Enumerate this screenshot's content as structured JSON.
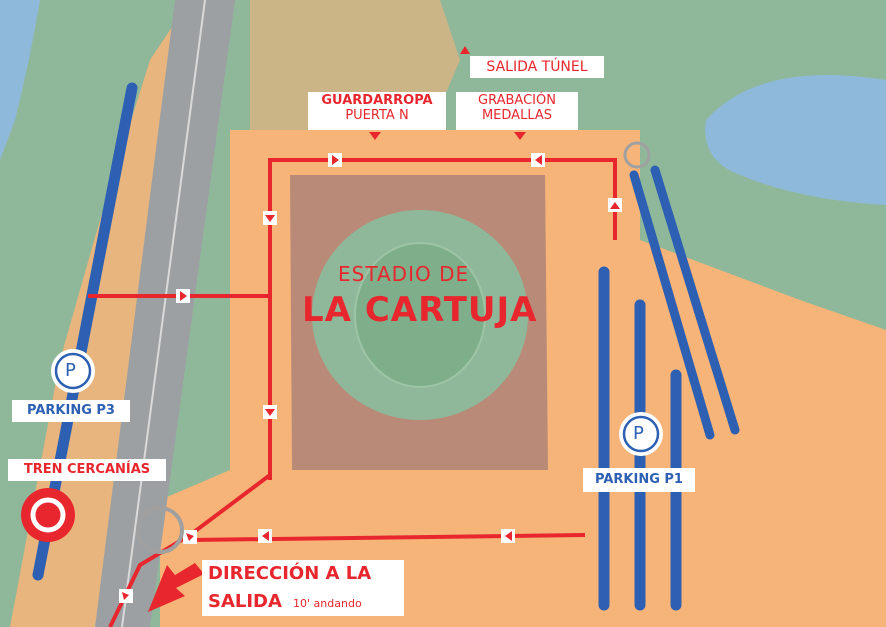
{
  "stadium": {
    "line1": "ESTADIO DE",
    "line2": "LA CARTUJA"
  },
  "labels": {
    "salida_tunel": "SALIDA TÚNEL",
    "guardarropa": "GUARDARROPA",
    "puerta_n": "PUERTA N",
    "grabacion": "GRABACIÓN",
    "medallas": "MEDALLAS",
    "parking_p3": "PARKING P3",
    "parking_p1": "PARKING P1",
    "parking_symbol": "P",
    "tren": "TREN CERCANÍAS",
    "direccion_line1": "DIRECCIÓN A LA",
    "direccion_line2": "SALIDA",
    "direccion_time": "10' andando"
  },
  "icons": {
    "parking": "parking-p-icon",
    "train": "cercanias-icon",
    "direction": "direction-arrow-icon",
    "route_marker": "triangle-arrow-icon"
  },
  "colors": {
    "route": "#e8262d",
    "parking": "#2d5fb3",
    "land": "#f7b478",
    "water": "#8fb9da",
    "green": "#8fb89a",
    "stadium": "#b98a78"
  }
}
